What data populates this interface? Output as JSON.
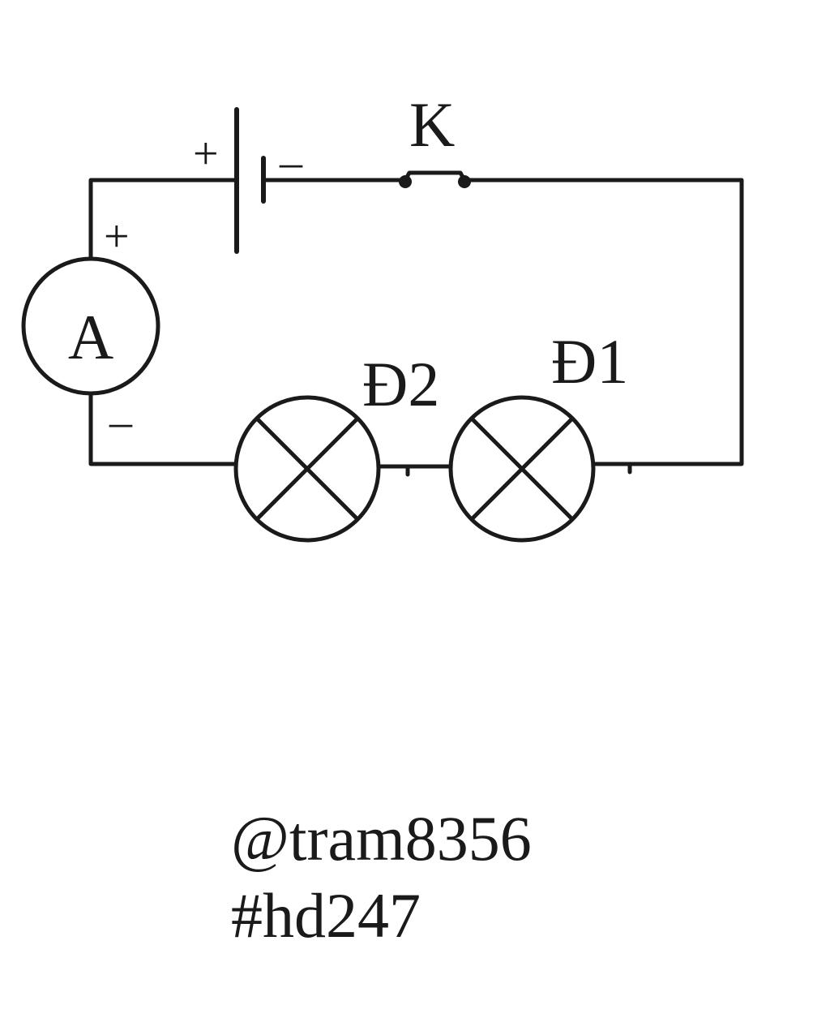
{
  "components": {
    "switch_label": "K",
    "ammeter_label": "A",
    "lamp1_label": "Đ1",
    "lamp2_label": "Đ2",
    "battery_plus": "+",
    "battery_minus": "–",
    "ammeter_plus": "+",
    "ammeter_minus": "–"
  },
  "caption": {
    "line1": "@tram8356",
    "line2": "#hd247"
  }
}
